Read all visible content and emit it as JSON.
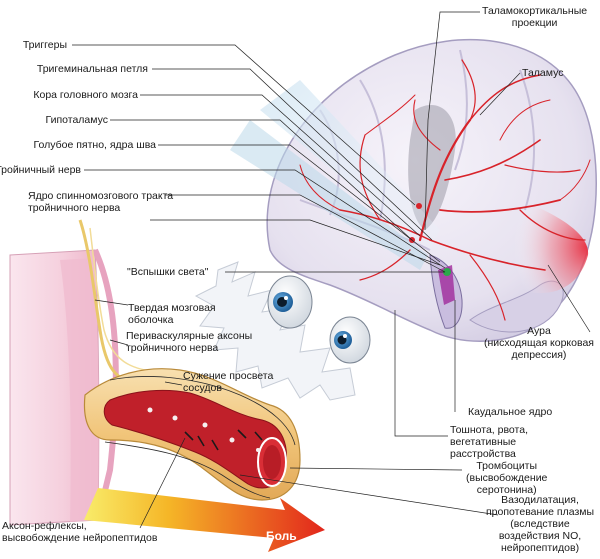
{
  "labels": {
    "triggers": "Триггеры",
    "trigeminal_loop": "Тригеминальная петля",
    "cortex": "Кора головного мозга",
    "hypothalamus": "Гипоталамус",
    "locus_coeruleus": "Голубое пятно, ядра шва",
    "trigeminal_nerve": "Тройничный нерв",
    "spinal_nucleus_l1": "Ядро спинномозгового тракта",
    "spinal_nucleus_l2": "тройничного нерва",
    "thalamocortical_l1": "Таламокортикальные",
    "thalamocortical_l2": "проекции",
    "thalamus": "Таламус",
    "flashes": "\"Вспышки света\"",
    "dura_l1": "Твердая мозговая",
    "dura_l2": "оболочка",
    "perivascular_l1": "Периваскулярные аксоны",
    "perivascular_l2": "тройничного нерва",
    "vessel_narrowing_l1": "Сужение просвета",
    "vessel_narrowing_l2": "сосудов",
    "aura_l1": "Аура",
    "aura_l2": "(нисходящая корковая",
    "aura_l3": "депрессия)",
    "caudal_nucleus": "Каудальное ядро",
    "nausea_l1": "Тошнота, рвота,",
    "nausea_l2": "вегетативные",
    "nausea_l3": "расстройства",
    "platelets_l1": "Тромбоциты",
    "platelets_l2": "(высвобождение",
    "platelets_l3": "серотонина)",
    "vasodilation_l1": "Вазодилатация,",
    "vasodilation_l2": "пропотевание плазмы",
    "vasodilation_l3": "(вследствие",
    "vasodilation_l4": "воздействия NO,",
    "vasodilation_l5": "нейропептидов)",
    "axon_reflex_l1": "Аксон-рефлексы,",
    "axon_reflex_l2": "высвобождение нейропептидов",
    "pain": "Боль"
  },
  "colors": {
    "brain_fill": "#eae6f2",
    "brain_edge": "#9a92b8",
    "artery": "#d8232a",
    "aura_red": "#e8283a",
    "meninges": "#f3c9d9",
    "dura": "#e8a9c4",
    "vessel_outer": "#f3d08c",
    "vessel_inner": "#c0202a",
    "nerve": "#e9c86a",
    "pain_arrow_start": "#f7e04a",
    "pain_arrow_end": "#e2261c",
    "leader": "#222222"
  }
}
